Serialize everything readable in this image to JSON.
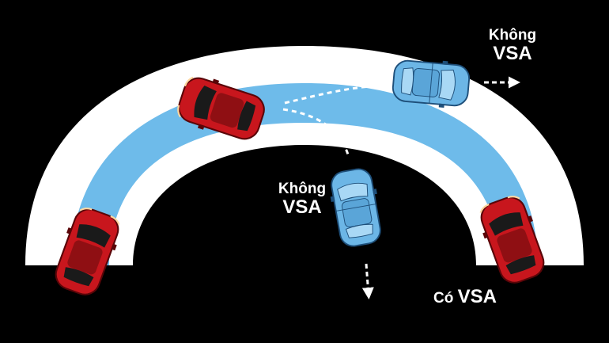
{
  "labels": {
    "top": {
      "line1": "Không",
      "line2": "VSA"
    },
    "middle": {
      "line1": "Không",
      "line2": "VSA"
    },
    "bottom": {
      "word1": "Có",
      "word2": "VSA"
    }
  },
  "colors": {
    "background": "#000000",
    "road": "#ffffff",
    "lane": "#6ebbea",
    "car_red": "#c8161d",
    "car_blue": "#6cb6e6",
    "arrow": "#ffffff"
  }
}
